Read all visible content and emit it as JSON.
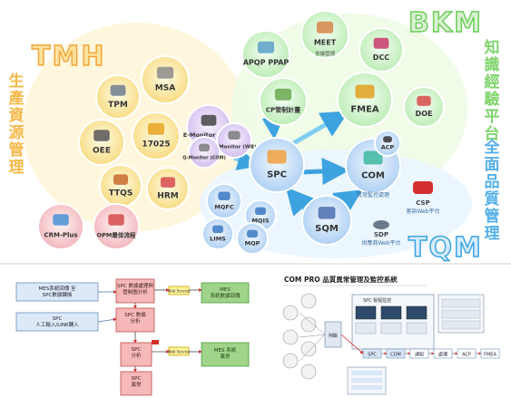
{
  "top": {
    "tmh": {
      "title": "TMH",
      "vertical": "生產資源管理"
    },
    "bkm": {
      "title": "BKM",
      "vertical": "知識經驗平台"
    },
    "tqm": {
      "title": "TQM",
      "vertical": "全面品質管理"
    },
    "nodes": {
      "msa": "MSA",
      "tpm": "TPM",
      "oee": "OEE",
      "n17025": "17025",
      "ttqs": "TTQS",
      "hrm": "HRM",
      "crm": "CRM-Plus",
      "opm": "OPM最佳流程",
      "emon_wd": "E-Monitor (WD)",
      "mmon": "M-Monitor (WB)",
      "qmon": "Q-Monitor (COM)",
      "apqp": "APQP PPAP",
      "meet": "MEET",
      "meet_sub": "會議管理",
      "dcc": "DCC",
      "cp": "CP管制計畫",
      "fmea": "FMEA",
      "doe": "DOE",
      "acp": "ACP",
      "spc": "SPC",
      "com": "COM",
      "com_sub": "異常監控處理",
      "csp": "CSP",
      "csp_sub": "客訴Web平台",
      "sqm": "SQM",
      "sdp": "SDP",
      "sdp_sub": "供應商Web平台",
      "mqfc": "MQFC",
      "mqis": "MQIS",
      "lims": "LIMS",
      "mqp": "MQP"
    }
  },
  "bottomLeft": {
    "mes_input": "MES系統回傳 至 SPC數據轉換",
    "manual_input": "SPC 人工輸入/LINK轉入",
    "spc1": "SPC 數據處理與 管制圖分析",
    "spc2": "SPC 數據 分析",
    "spc3": "SPC 分析",
    "spc4": "SPC 異常",
    "mes1": "MES 系統數據回傳",
    "mes2": "MES 系統 異常",
    "tag1": "Web Service",
    "tag2": "Web Service"
  },
  "bottomRight": {
    "title": "COM PRO 品質異常管理及監控系統",
    "panel": "SPC 製程監控",
    "decision": "判斷",
    "chain": [
      "SPC",
      "COM",
      "通知",
      "處理",
      "ACP",
      "FMEA"
    ]
  }
}
